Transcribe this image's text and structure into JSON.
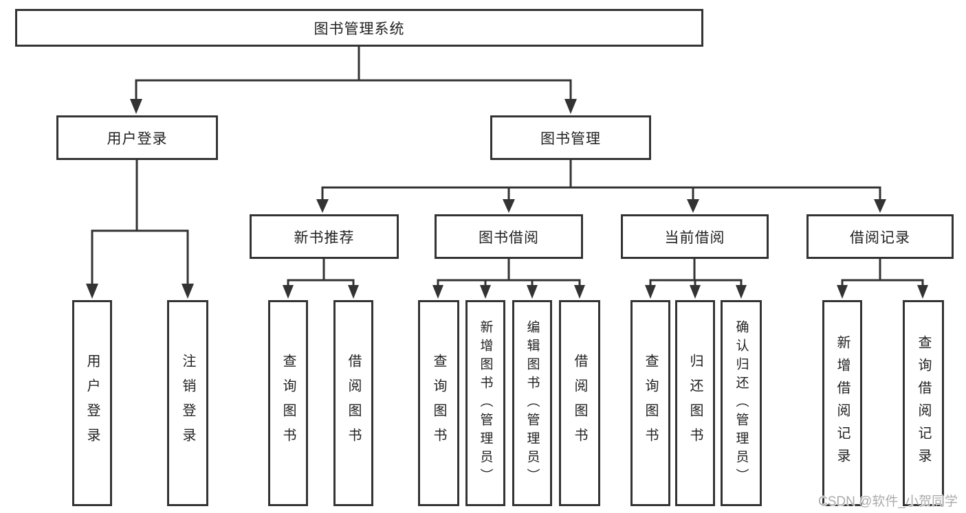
{
  "diagram": {
    "title": "图书管理系统",
    "root": {
      "label": "图书管理系统"
    },
    "level2": [
      {
        "label": "用户登录"
      },
      {
        "label": "图书管理"
      }
    ],
    "level3": [
      {
        "label": "新书推荐"
      },
      {
        "label": "图书借阅"
      },
      {
        "label": "当前借阅"
      },
      {
        "label": "借阅记录"
      }
    ],
    "leaves": {
      "user": [
        "用户登录",
        "注销登录"
      ],
      "recommend": [
        "查询图书",
        "借阅图书"
      ],
      "borrow": [
        "查询图书",
        "新增图书（管理员）",
        "编辑图书（管理员）",
        "借阅图书"
      ],
      "current": [
        "查询图书",
        "归还图书",
        "确认归还（管理员）"
      ],
      "records": [
        "新增借阅记录",
        "查询借阅记录"
      ]
    }
  },
  "watermark": "CSDN @软件_小贺同学",
  "colors": {
    "line": "#333333",
    "text": "#222222",
    "box-bg": "#ffffff",
    "background": "#ffffff",
    "watermark": "#ababab"
  }
}
